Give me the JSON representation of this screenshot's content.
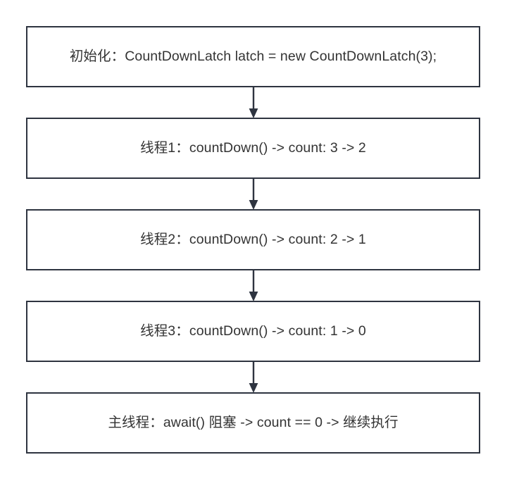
{
  "diagram": {
    "type": "flowchart",
    "orientation": "vertical-top-to-bottom",
    "background_color": "#ffffff",
    "node_border_color": "#2e3440",
    "node_fill_color": "#ffffff",
    "text_color": "#333333",
    "connector_color": "#2e3440",
    "nodes": [
      {
        "id": "init",
        "label": "初始化：CountDownLatch latch = new CountDownLatch(3);"
      },
      {
        "id": "thread1",
        "label": "线程1：countDown() -> count: 3 -> 2"
      },
      {
        "id": "thread2",
        "label": "线程2：countDown() -> count: 2 -> 1"
      },
      {
        "id": "thread3",
        "label": "线程3：countDown() -> count: 1 -> 0"
      },
      {
        "id": "main",
        "label": "主线程：await() 阻塞 -> count == 0 -> 继续执行"
      }
    ],
    "connectors": [
      {
        "id": "arrow-1",
        "from": "init",
        "to": "thread1",
        "style": "solid-arrow-down"
      },
      {
        "id": "arrow-2",
        "from": "thread1",
        "to": "thread2",
        "style": "solid-arrow-down"
      },
      {
        "id": "arrow-3",
        "from": "thread2",
        "to": "thread3",
        "style": "solid-arrow-down"
      },
      {
        "id": "arrow-4",
        "from": "thread3",
        "to": "main",
        "style": "solid-arrow-down"
      }
    ]
  }
}
